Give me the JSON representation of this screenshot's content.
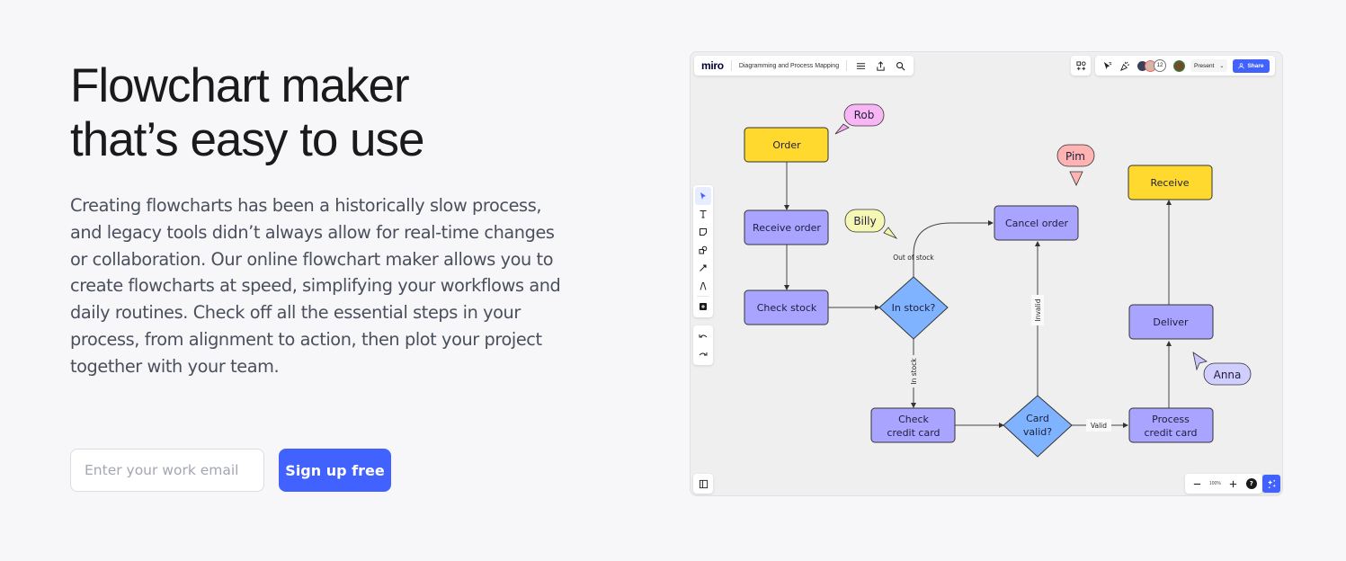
{
  "hero": {
    "title_line1": "Flowchart maker",
    "title_line2": "that’s easy to use",
    "description": "Creating flowcharts has been a historically slow process, and legacy tools didn’t always allow for real-time changes or collaboration. Our online flowchart maker allows you to create flowcharts at speed, simplifying your workflows and daily routines. Check off all the essential steps in your process, from alignment to action, then plot your project together with your team.",
    "email_placeholder": "Enter your work email",
    "email_value": "",
    "signup_label": "Sign up free"
  },
  "board": {
    "logo": "miro",
    "board_name": "Diagramming and Process Mapping",
    "header_icons": [
      "menu-icon",
      "export-icon",
      "search-icon"
    ],
    "collaborator_count": "12",
    "present_label": "Present",
    "share_label": "Share",
    "zoom_level": "100%",
    "help_label": "?",
    "tools": [
      "select-tool",
      "text-tool",
      "sticky-note-tool",
      "shapes-tool",
      "connector-tool",
      "pen-tool",
      "add-tool"
    ],
    "history_tools": [
      "undo-icon",
      "redo-icon"
    ],
    "colors": {
      "accent": "#4262ff",
      "yellow_node": "#ffd92e",
      "purple_node": "#a8a4ff",
      "blue_diamond": "#7fb3ff"
    },
    "nodes": {
      "order": "Order",
      "receive_order": "Receive order",
      "check_stock": "Check stock",
      "in_stock": "In stock?",
      "cancel_order": "Cancel order",
      "check_cc_1": "Check",
      "check_cc_2": "credit card",
      "card_valid_1": "Card",
      "card_valid_2": "valid?",
      "process_cc_1": "Process",
      "process_cc_2": "credit card",
      "deliver": "Deliver",
      "receive": "Receive"
    },
    "edge_labels": {
      "out_of_stock": "Out of stock",
      "in_stock": "In stock",
      "invalid": "Invalid",
      "valid": "Valid"
    },
    "cursors": {
      "rob": "Rob",
      "billy": "Billy",
      "pim": "Pim",
      "anna": "Anna"
    }
  }
}
